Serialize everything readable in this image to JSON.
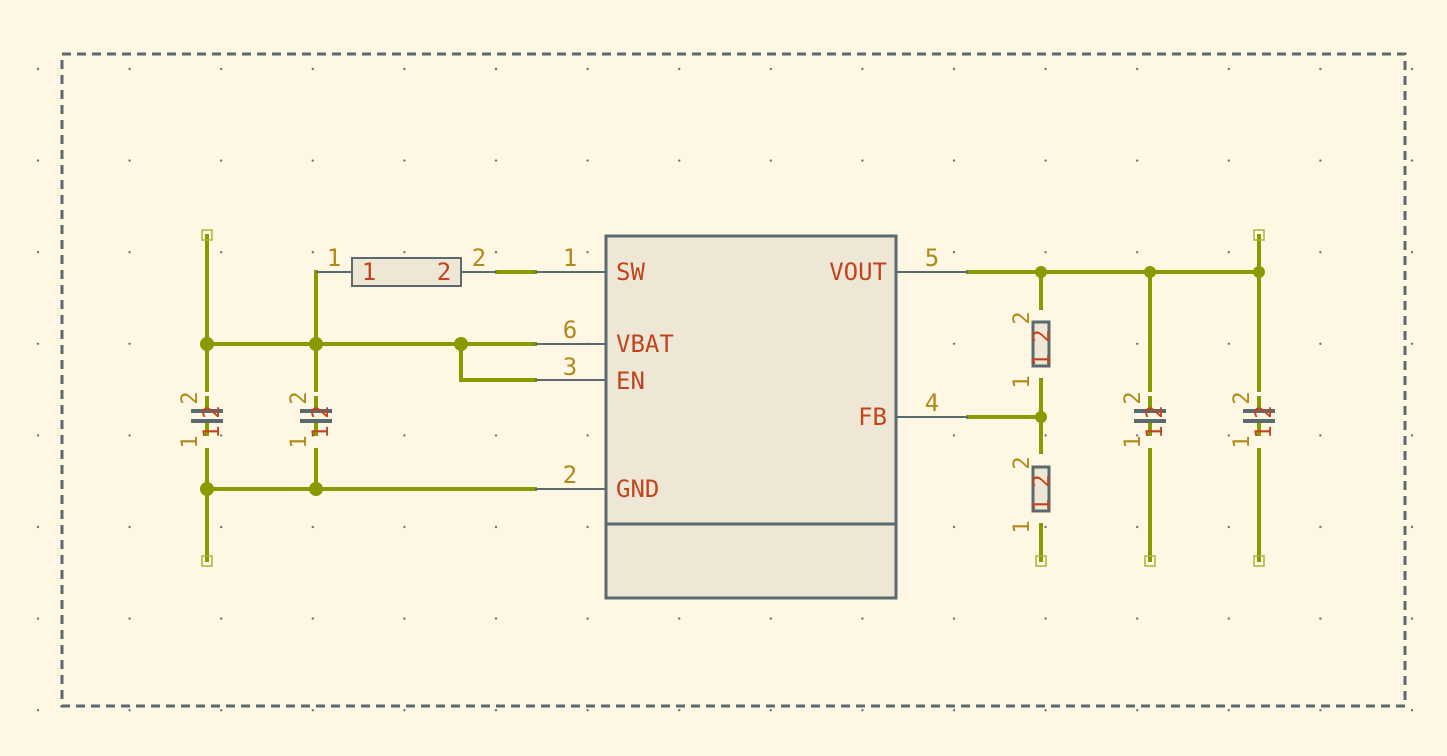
{
  "colors": {
    "background": "#FDF7E3",
    "wire": "#879A00",
    "pin_line": "#5B6A6E",
    "body_fill": "#EFE7D6",
    "body_stroke": "#5B6A6E",
    "pin_name": "#C0441E",
    "pin_number": "#B08A18",
    "grid_dot": "#6B777A",
    "frame": "#5B6A6E"
  },
  "ic": {
    "pins_left": [
      {
        "name": "SW",
        "number": "1"
      },
      {
        "name": "VBAT",
        "number": "6"
      },
      {
        "name": "EN",
        "number": "3"
      },
      {
        "name": "GND",
        "number": "2"
      }
    ],
    "pins_right": [
      {
        "name": "VOUT",
        "number": "5"
      },
      {
        "name": "FB",
        "number": "4"
      }
    ]
  },
  "inductor": {
    "pin1_outer": "1",
    "pin2_outer": "2",
    "pin1_inner": "1",
    "pin2_inner": "2"
  },
  "passive_pins": {
    "top": "2",
    "bottom": "1"
  }
}
